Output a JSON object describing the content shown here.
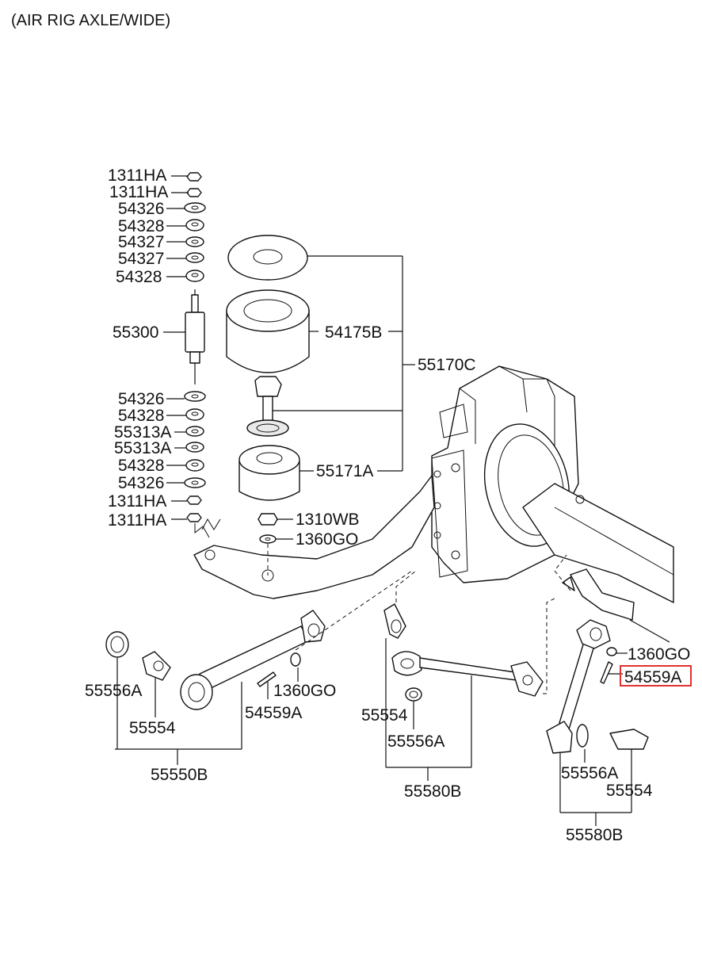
{
  "header": {
    "title": "(AIR RIG AXLE/WIDE)"
  },
  "labels": {
    "l_1311HA_1": "1311HA",
    "l_1311HA_2": "1311HA",
    "l_54326_1": "54326",
    "l_54328_1": "54328",
    "l_54327_1": "54327",
    "l_54327_2": "54327",
    "l_54328_2": "54328",
    "l_55300": "55300",
    "l_54326_2": "54326",
    "l_54328_3": "54328",
    "l_55313A_1": "55313A",
    "l_55313A_2": "55313A",
    "l_54328_4": "54328",
    "l_54326_3": "54326",
    "l_1311HA_3": "1311HA",
    "l_1311HA_4": "1311HA",
    "l_54175B": "54175B",
    "l_55170C": "55170C",
    "l_55171A": "55171A",
    "l_1310WB": "1310WB",
    "l_1360GO_1": "1360GO",
    "l_55556A_1": "55556A",
    "l_55554_1": "55554",
    "l_1360GO_2": "1360GO",
    "l_54559A_1": "54559A",
    "l_55550B": "55550B",
    "l_55554_2": "55554",
    "l_55556A_2": "55556A",
    "l_55580B_1": "55580B",
    "l_1360GO_3": "1360GO",
    "l_54559A_2": "54559A",
    "l_55556A_3": "55556A",
    "l_55554_3": "55554",
    "l_55580B_2": "55580B"
  },
  "highlight": {
    "part": "54559A",
    "color": "#e0312f"
  }
}
